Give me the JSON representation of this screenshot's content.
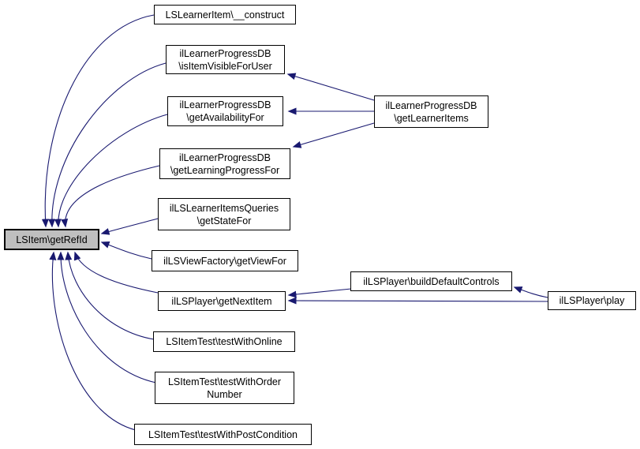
{
  "diagram": {
    "type": "caller-graph",
    "colors": {
      "edge": "#191970",
      "node_border": "#000000",
      "node_fill": "#ffffff",
      "highlight_fill": "#bfbfbf",
      "background": "#ffffff"
    },
    "nodes": {
      "construct": {
        "label": "LSLearnerItem\\__construct"
      },
      "isItemVisibleForUser": {
        "label": "ilLearnerProgressDB\n\\isItemVisibleForUser"
      },
      "getAvailabilityFor": {
        "label": "ilLearnerProgressDB\n\\getAvailabilityFor"
      },
      "getLearningProgressFor": {
        "label": "ilLearnerProgressDB\n\\getLearningProgressFor"
      },
      "getStateFor": {
        "label": "ilLSLearnerItemsQueries\n\\getStateFor"
      },
      "getRefId": {
        "label": "LSItem\\getRefId",
        "highlighted": true
      },
      "getViewFor": {
        "label": "ilLSViewFactory\\getViewFor"
      },
      "getNextItem": {
        "label": "ilLSPlayer\\getNextItem"
      },
      "testWithOnline": {
        "label": "LSItemTest\\testWithOnline"
      },
      "testWithOrderNumber": {
        "label": "LSItemTest\\testWithOrder\nNumber"
      },
      "testWithPostCondition": {
        "label": "LSItemTest\\testWithPostCondition"
      },
      "getLearnerItems": {
        "label": "ilLearnerProgressDB\n\\getLearnerItems"
      },
      "buildDefaultControls": {
        "label": "ilLSPlayer\\buildDefaultControls"
      },
      "play": {
        "label": "ilLSPlayer\\play"
      }
    },
    "edges": [
      {
        "from": "LSLearnerItem\\__construct",
        "to": "LSItem\\getRefId"
      },
      {
        "from": "ilLearnerProgressDB\\isItemVisibleForUser",
        "to": "LSItem\\getRefId"
      },
      {
        "from": "ilLearnerProgressDB\\getAvailabilityFor",
        "to": "LSItem\\getRefId"
      },
      {
        "from": "ilLearnerProgressDB\\getLearningProgressFor",
        "to": "LSItem\\getRefId"
      },
      {
        "from": "ilLSLearnerItemsQueries\\getStateFor",
        "to": "LSItem\\getRefId"
      },
      {
        "from": "ilLSViewFactory\\getViewFor",
        "to": "LSItem\\getRefId"
      },
      {
        "from": "ilLSPlayer\\getNextItem",
        "to": "LSItem\\getRefId"
      },
      {
        "from": "LSItemTest\\testWithOnline",
        "to": "LSItem\\getRefId"
      },
      {
        "from": "LSItemTest\\testWithOrderNumber",
        "to": "LSItem\\getRefId"
      },
      {
        "from": "LSItemTest\\testWithPostCondition",
        "to": "LSItem\\getRefId"
      },
      {
        "from": "ilLearnerProgressDB\\getLearnerItems",
        "to": "ilLearnerProgressDB\\isItemVisibleForUser"
      },
      {
        "from": "ilLearnerProgressDB\\getLearnerItems",
        "to": "ilLearnerProgressDB\\getAvailabilityFor"
      },
      {
        "from": "ilLearnerProgressDB\\getLearnerItems",
        "to": "ilLearnerProgressDB\\getLearningProgressFor"
      },
      {
        "from": "ilLSPlayer\\buildDefaultControls",
        "to": "ilLSPlayer\\getNextItem"
      },
      {
        "from": "ilLSPlayer\\play",
        "to": "ilLSPlayer\\getNextItem"
      },
      {
        "from": "ilLSPlayer\\play",
        "to": "ilLSPlayer\\buildDefaultControls"
      }
    ]
  }
}
